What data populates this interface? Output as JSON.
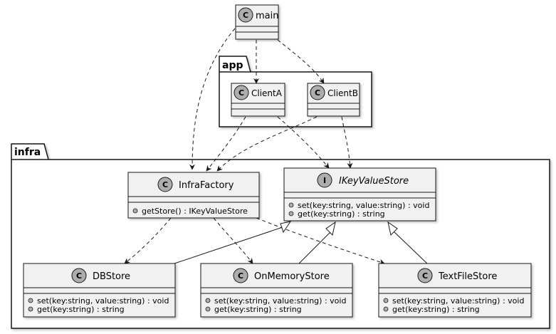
{
  "packages": {
    "app": "app",
    "infra": "infra"
  },
  "classes": {
    "main": {
      "kind": "C",
      "name": "main"
    },
    "client_a": {
      "kind": "C",
      "name": "ClientA"
    },
    "client_b": {
      "kind": "C",
      "name": "ClientB"
    },
    "infra_factory": {
      "kind": "C",
      "name": "InfraFactory",
      "methods": [
        "getStore() : IKeyValueStore"
      ]
    },
    "ikeyvaluestore": {
      "kind": "I",
      "name": "IKeyValueStore",
      "methods": [
        "set(key:string, value:string) : void",
        "get(key:string) : string"
      ]
    },
    "db_store": {
      "kind": "C",
      "name": "DBStore",
      "methods": [
        "set(key:string, value:string) : void",
        "get(key:string) : string"
      ]
    },
    "on_memory_store": {
      "kind": "C",
      "name": "OnMemoryStore",
      "methods": [
        "set(key:string, value:string) : void",
        "get(key:string) : string"
      ]
    },
    "text_file_store": {
      "kind": "C",
      "name": "TextFileStore",
      "methods": [
        "set(key:string, value:string) : void",
        "get(key:string) : string"
      ]
    }
  },
  "colors": {
    "class_fill": "#f1f1f1",
    "class_marker_fill": "#adadad",
    "border": "#181818",
    "background": "#ffffff"
  }
}
